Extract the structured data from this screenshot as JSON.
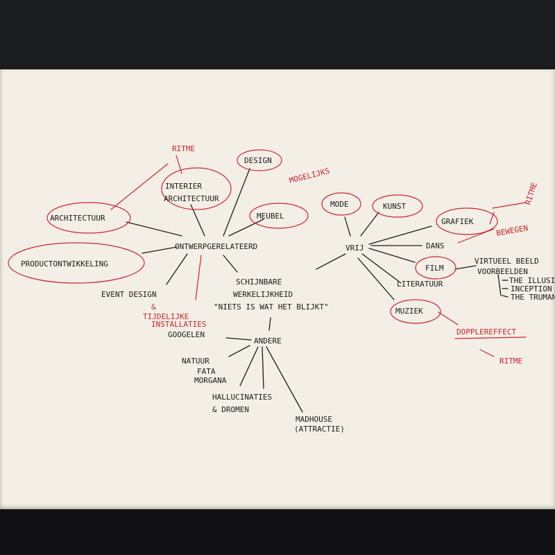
{
  "center": {
    "line1": "SCHIJNBARE",
    "line2": "WERKELIJKHEID",
    "line3": "\"NIETS IS WAT HET BLIJKT\""
  },
  "ontwerp": {
    "hub": "ONTWERPGERELATEERD",
    "architectuur": "ARCHITECTUUR",
    "interieur1": "INTERIER",
    "interieur2": "ARCHITECTUUR",
    "ritme": "RITME",
    "design": "DESIGN",
    "meubel": "MEUBEL",
    "mogelijks": "MOGELIJKS",
    "product": "PRODUCTONTWIKKELING",
    "event": "EVENT DESIGN",
    "amp": "&",
    "tijdelijke": "TIJDELIJKE",
    "installaties": "INSTALLATIES"
  },
  "vrij": {
    "hub": "VRIJ",
    "mode": "MODE",
    "kunst": "KUNST",
    "grafiek": "GRAFIEK",
    "ritme": "RITME",
    "bewegen": "BEWEGEN",
    "dans": "DANS",
    "film": "FILM",
    "virtueel": "VIRTUEEL BEELD",
    "voorbeelden": "VOORBEELDEN",
    "illusion": "THE ILLUSIO",
    "inception": "INCEPTION",
    "truman": "THE TRUMAN",
    "literatuur": "LITERATUUR",
    "muziek": "MUZIEK",
    "doppler": "DOPPLEREFFECT",
    "ritme2": "RITME"
  },
  "andere": {
    "hub": "ANDERE",
    "googelen": "GOOGELEN",
    "natuur": "NATUUR",
    "fata": "FATA",
    "morgana": "MORGANA",
    "hallu1": "HALLUCINATIES",
    "hallu2": "& DROMEN",
    "madhouse1": "MADHOUSE",
    "madhouse2": "(ATTRACTIE)"
  }
}
